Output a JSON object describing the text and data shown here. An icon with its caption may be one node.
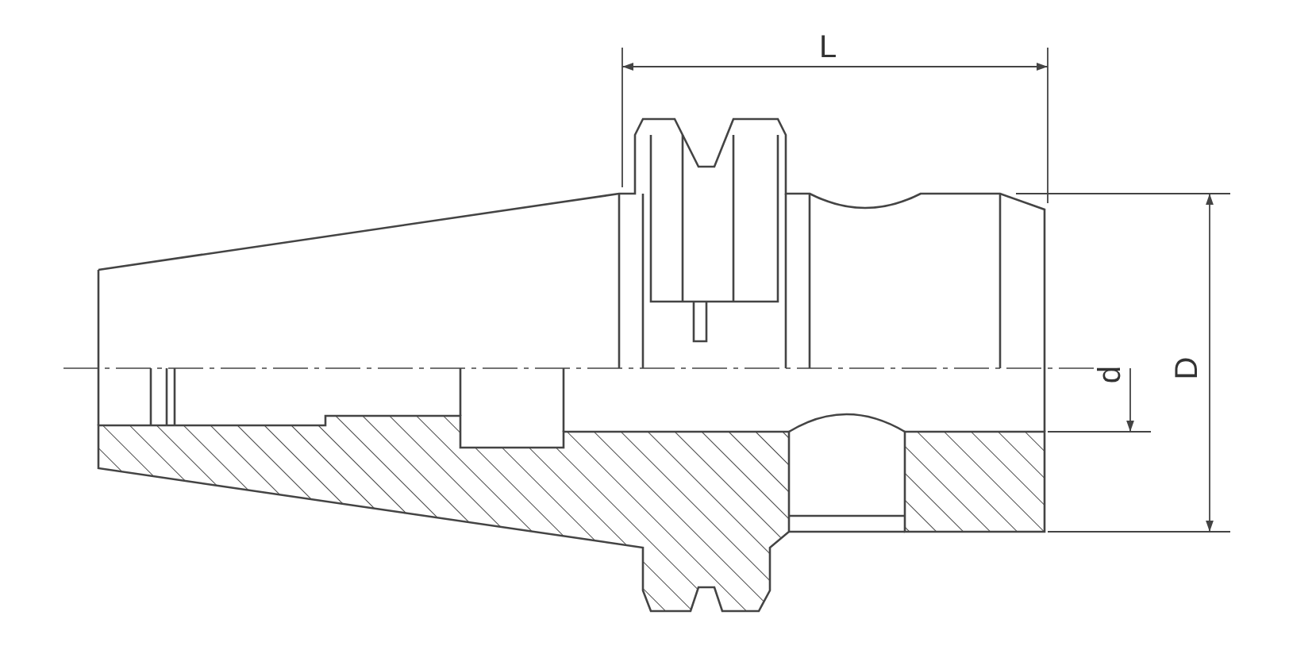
{
  "diagram": {
    "labels": [
      "L",
      "d",
      "D"
    ]
  }
}
